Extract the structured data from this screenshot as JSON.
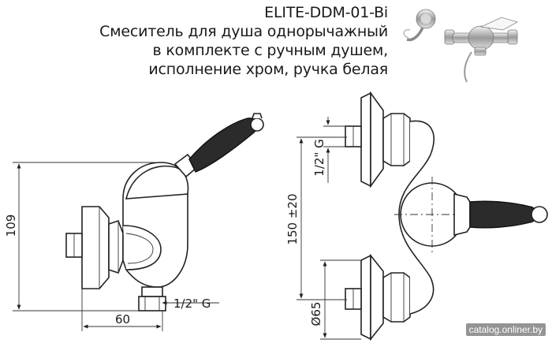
{
  "header": {
    "model": "ELITE-DDM-01-Bi",
    "line1": "Смеситель для душа однорычажный",
    "line2": "в комплекте с ручным душем,",
    "line3": "исполнение хром, ручка белая"
  },
  "dimensions": {
    "height": "109",
    "depth": "60",
    "thread_side": "1/2\" G",
    "thread_top": "1/2\" G",
    "spacing": "150 ±20",
    "diameter": "Ø65"
  },
  "watermark": "catalog.onliner.by"
}
